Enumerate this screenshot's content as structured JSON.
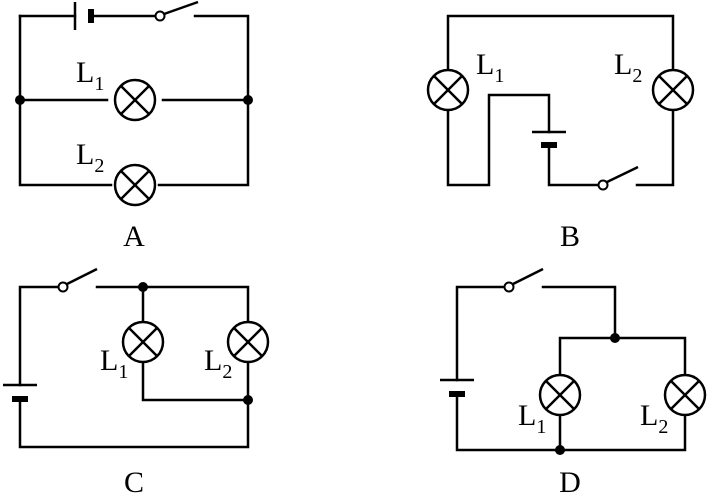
{
  "circuits": {
    "a": {
      "caption": "A",
      "lamp1": {
        "letter": "L",
        "sub": "1"
      },
      "lamp2": {
        "letter": "L",
        "sub": "2"
      }
    },
    "b": {
      "caption": "B",
      "lamp1": {
        "letter": "L",
        "sub": "1"
      },
      "lamp2": {
        "letter": "L",
        "sub": "2"
      }
    },
    "c": {
      "caption": "C",
      "lamp1": {
        "letter": "L",
        "sub": "1"
      },
      "lamp2": {
        "letter": "L",
        "sub": "2"
      }
    },
    "d": {
      "caption": "D",
      "lamp1": {
        "letter": "L",
        "sub": "1"
      },
      "lamp2": {
        "letter": "L",
        "sub": "2"
      }
    }
  }
}
